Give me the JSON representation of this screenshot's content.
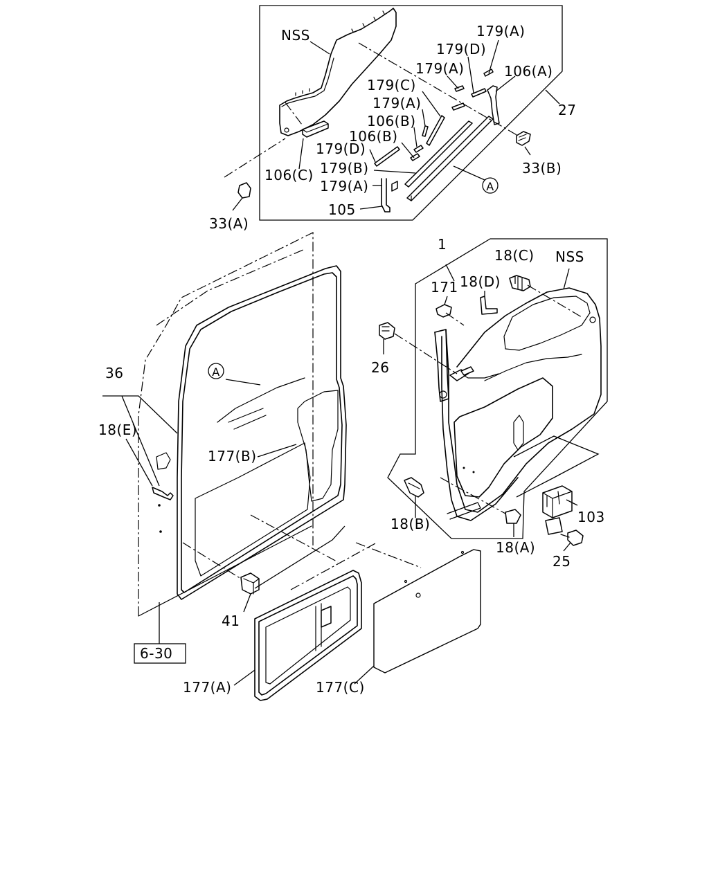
{
  "diagram": {
    "labels": {
      "nss_top": "NSS",
      "p179a_1": "179(A)",
      "p179d_1": "179(D)",
      "p179a_2": "179(A)",
      "p106a": "106(A)",
      "p179c": "179(C)",
      "p27": "27",
      "p179a_3": "179(A)",
      "p106b_1": "106(B)",
      "p106b_2": "106(B)",
      "p179d_2": "179(D)",
      "p106c": "106(C)",
      "p179b": "179(B)",
      "p33b": "33(B)",
      "p179a_4": "179(A)",
      "marker_a_top": "A",
      "p33a": "33(A)",
      "p105": "105",
      "p1": "1",
      "p18c": "18(C)",
      "nss_right": "NSS",
      "p171": "171",
      "p18d": "18(D)",
      "p26": "26",
      "p36": "36",
      "marker_a_left": "A",
      "p18e": "18(E)",
      "p177b": "177(B)",
      "p103": "103",
      "p18b": "18(B)",
      "p18a": "18(A)",
      "p25": "25",
      "p41": "41",
      "p630": "6-30",
      "p177a": "177(A)",
      "p177c": "177(C)"
    }
  }
}
